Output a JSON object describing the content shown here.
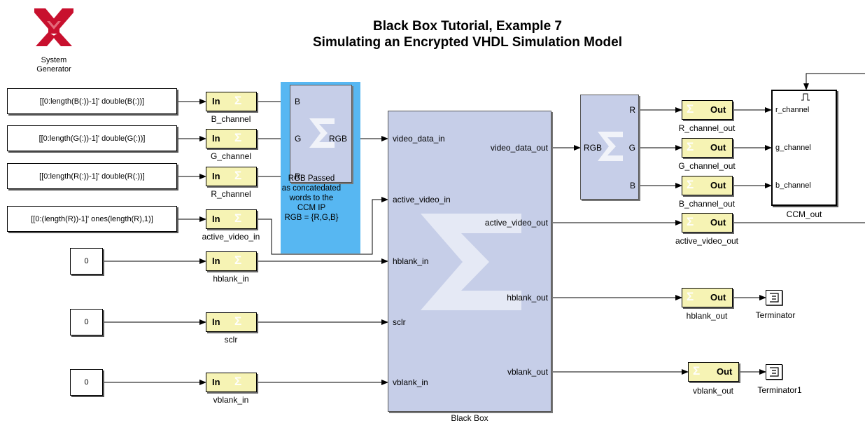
{
  "title": {
    "line1": "Black Box Tutorial, Example 7",
    "line2": "Simulating an Encrypted VHDL Simulation Model"
  },
  "logo": {
    "icon": "xilinx-logo-icon",
    "label_line1": "System",
    "label_line2": "Generator",
    "color": "#c8102e"
  },
  "sources": [
    "[[0:length(B(:))-1]' double(B(:))]",
    "[[0:length(G(:))-1]' double(G(:))]",
    "[[0:length(R(:))-1]' double(R(:))]",
    "[[0:(length(R))-1]' ones(length(R),1)]",
    "0",
    "0",
    "0"
  ],
  "gateway_in": {
    "text": "In",
    "labels": [
      "B_channel",
      "G_channel",
      "R_channel",
      "active_video_in",
      "hblank_in",
      "sclr",
      "vblank_in"
    ]
  },
  "concat": {
    "ports_in": [
      "B",
      "G",
      "R"
    ],
    "port_out": "RGB"
  },
  "note": {
    "lines": [
      "RGB Passed",
      "as concatedated",
      "words to the",
      "CCM IP",
      "RGB = {R,G,B}"
    ],
    "color": "#57b7f2"
  },
  "black_box": {
    "label": "Black Box",
    "inputs": [
      "video_data_in",
      "active_video_in",
      "hblank_in",
      "sclr",
      "vblank_in"
    ],
    "outputs": [
      "video_data_out",
      "active_video_out",
      "hblank_out",
      "vblank_out"
    ]
  },
  "slicer": {
    "port_in": "RGB",
    "ports_out": [
      "R",
      "G",
      "B"
    ]
  },
  "gateway_out": {
    "text": "Out",
    "labels": [
      "R_channel_out",
      "G_channel_out",
      "B_channel_out",
      "active_video_out",
      "hblank_out",
      "vblank_out"
    ]
  },
  "scope": {
    "label": "CCM_out",
    "ports": [
      "r_channel",
      "g_channel",
      "b_channel"
    ]
  },
  "terminators": [
    "Terminator",
    "Terminator1"
  ],
  "colors": {
    "block_fill": "#c6cee8",
    "gateway_fill": "#f6f3b4"
  }
}
